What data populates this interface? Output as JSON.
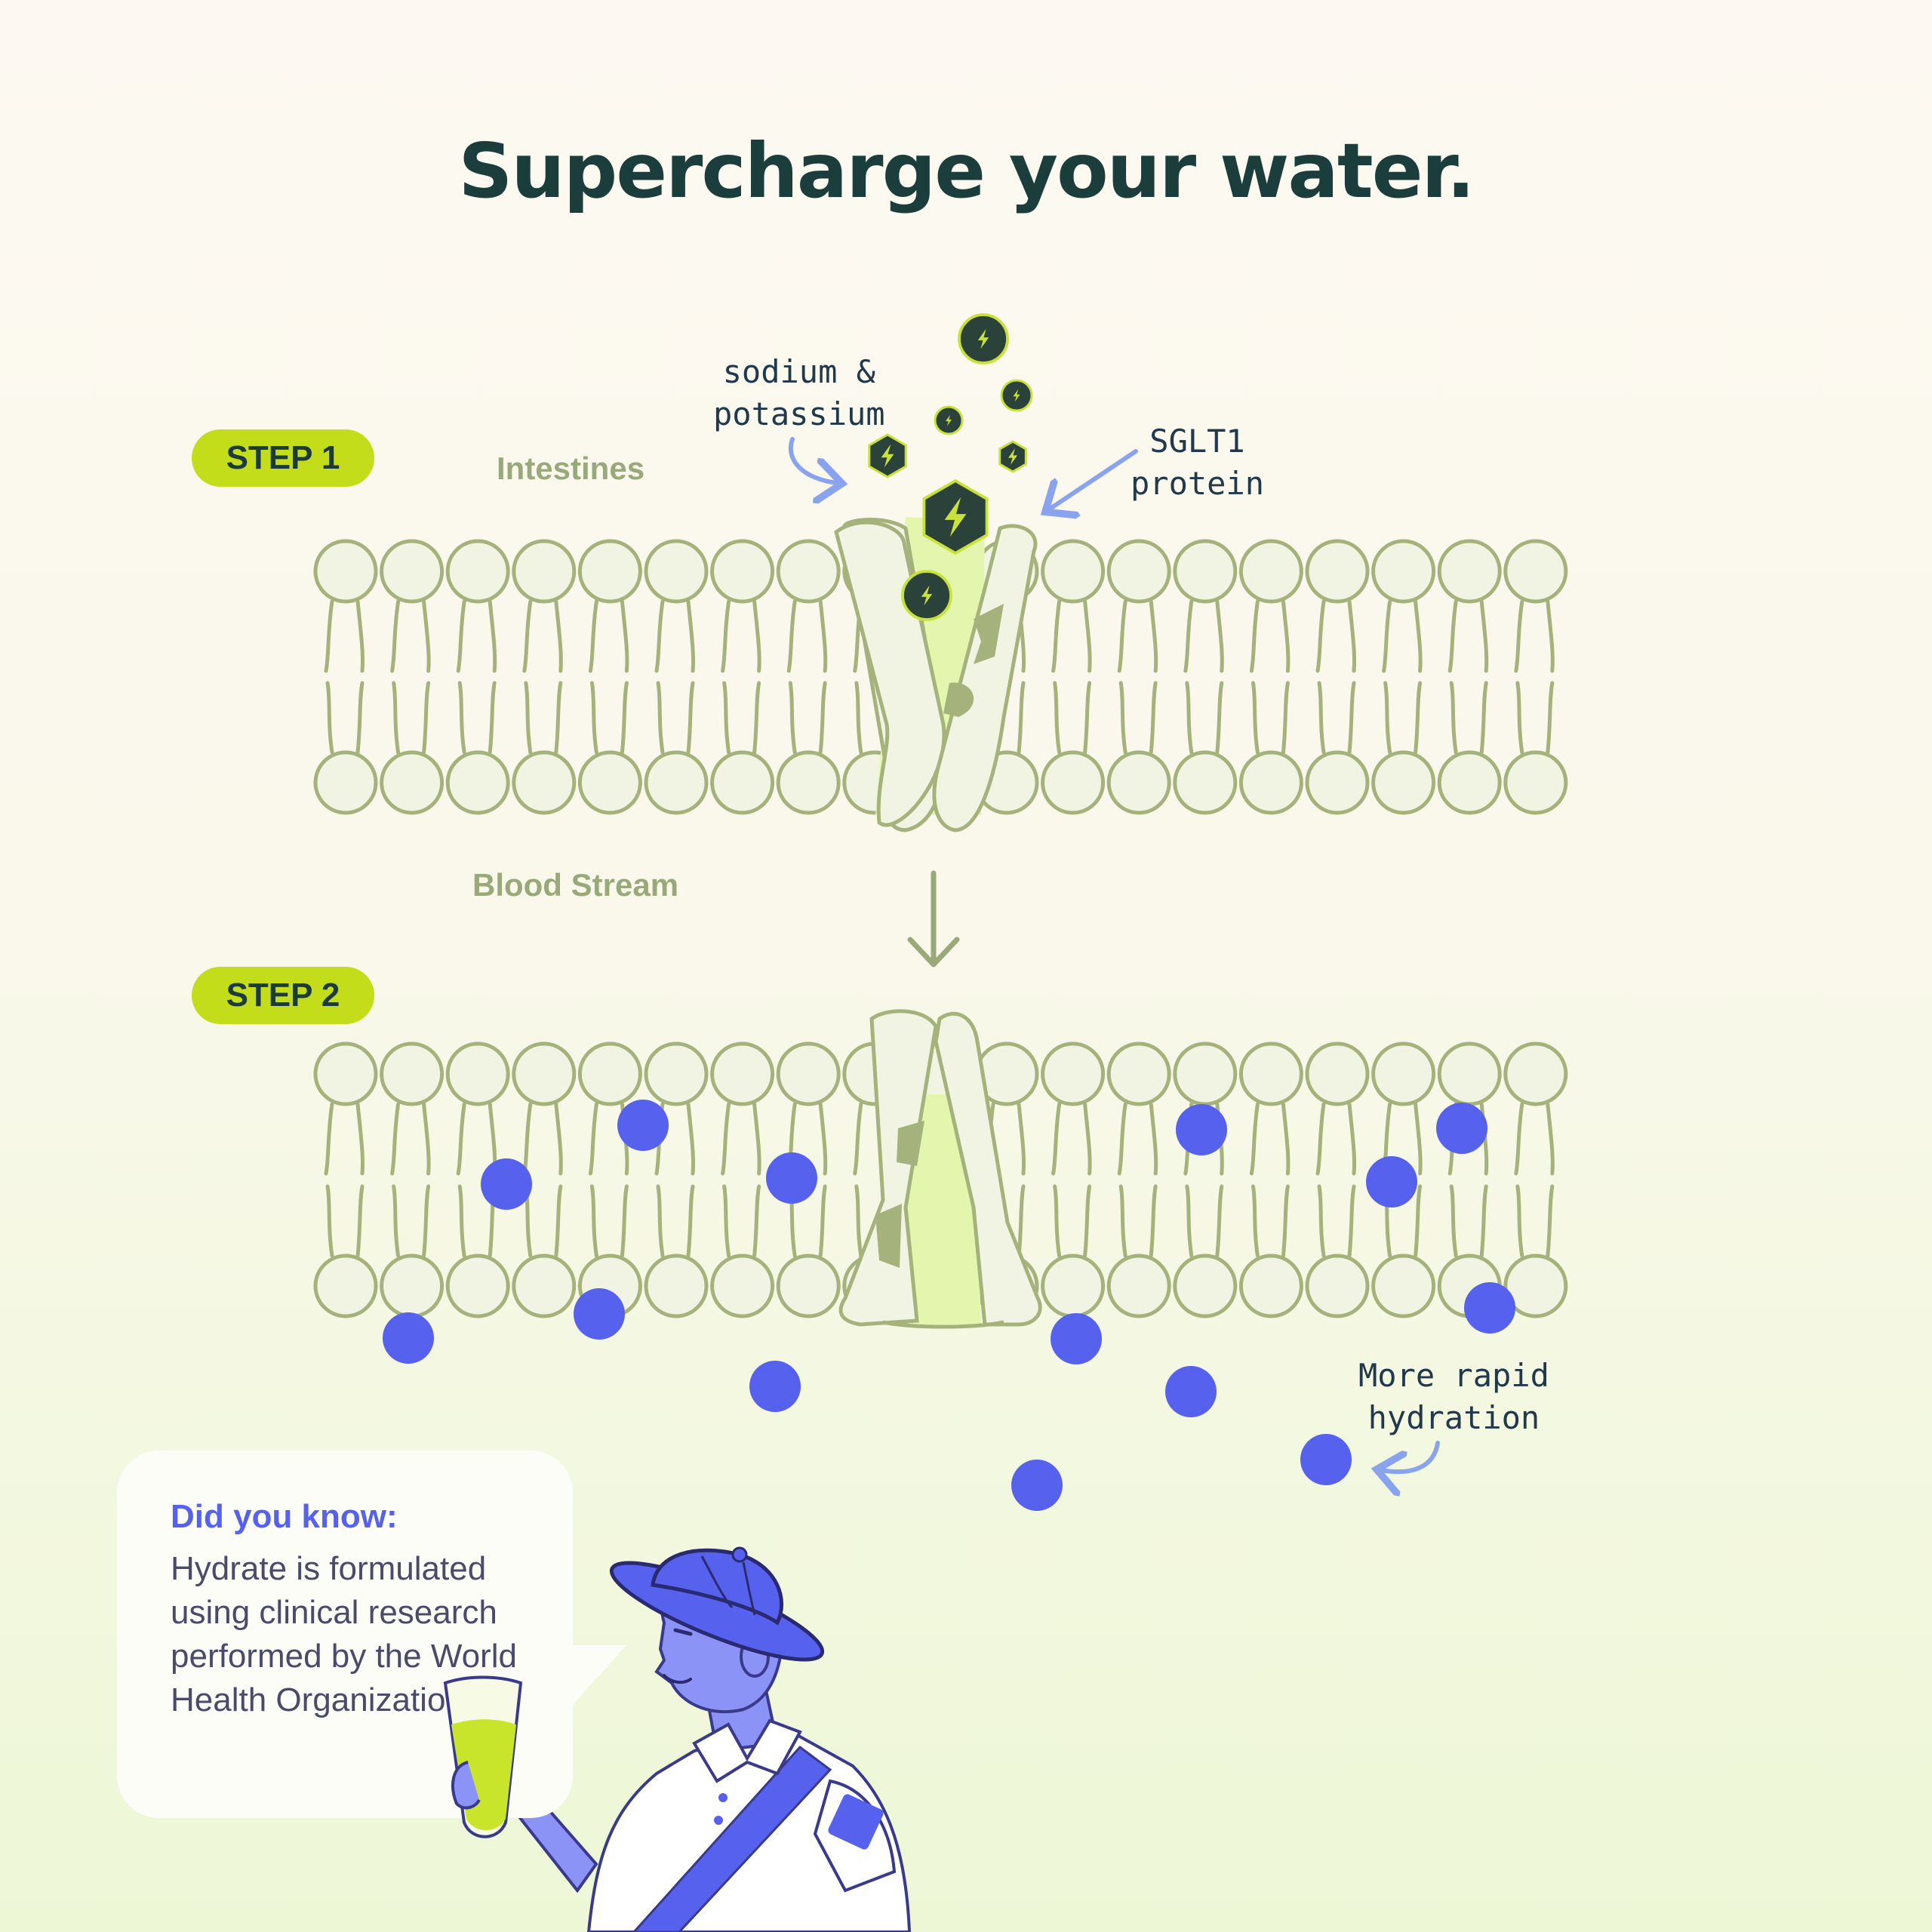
{
  "title": "Supercharge your water.",
  "steps": [
    {
      "label": "STEP 1"
    },
    {
      "label": "STEP 2"
    }
  ],
  "regions": {
    "intestines": "Intestines",
    "blood_stream": "Blood Stream"
  },
  "annotations": {
    "sodium": "sodium &\npotassium",
    "sglt1": "SGLT1\nprotein",
    "hydration": "More rapid\nhydration"
  },
  "did_you_know": {
    "heading": "Did you know:",
    "body": "Hydrate is formulated using clinical research performed by the World Health Organization."
  },
  "colors": {
    "lipid": "#a6b27c",
    "lipid_fill": "#f1f4e3",
    "channel_fill": "#e4f6ad",
    "ion": "#2a4239",
    "ion_stroke": "#c9e23a",
    "water": "#5661ee",
    "accent_step": "#c4dd1a",
    "arrow_blue": "#8aa3ef"
  },
  "icons": [
    "lightning-bolt-icon",
    "down-arrow-icon",
    "curved-arrow-icon"
  ]
}
